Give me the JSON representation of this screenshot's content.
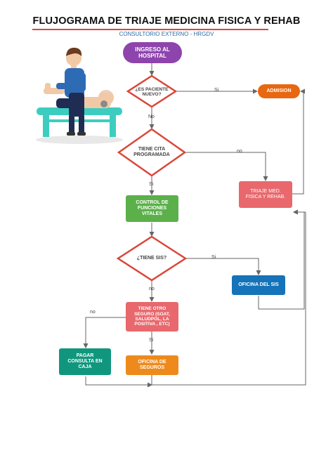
{
  "title": "FLUJOGRAMA DE TRIAJE MEDICINA FISICA Y REHAB",
  "subtitle": "CONSULTORIO EXTERNO - HRGDV",
  "nodes": {
    "ingreso": "INGRESO AL HOSPITAL",
    "paciente_nuevo": "¿ES PACIENTE NUEVO?",
    "admision": "ADMISION",
    "cita": "TIENE CITA PROGRAMADA",
    "triaje": "TRIAJE MED. FISICA Y REHAB.",
    "control": "CONTROL DE FUNCIONES VITALES",
    "sis": "¿TIENE SIS?",
    "oficina_sis": "OFICINA DEL SIS",
    "otro_seguro": "TIENE OTRO SEGURO (SOAT, SALUDPOL, LA POSITIVA , ETC)",
    "pagar": "PAGAR CONSULTA EN CAJA",
    "oficina_seguros": "OFICINA DE SEGUROS"
  },
  "edge_labels": {
    "nuevo_si": "Si",
    "nuevo_no": "No",
    "cita_no": "no",
    "cita_si": "Si",
    "sis_si": "Si",
    "sis_no": "no",
    "seguro_no": "no",
    "seguro_si": "Si"
  },
  "colors": {
    "start": "#8e44ad",
    "admision": "#e8680f",
    "triaje": "#e8686d",
    "control": "#5bb04a",
    "oficina_sis": "#1473b9",
    "otro_seguro": "#e8686d",
    "pagar": "#11967e",
    "oficina_seguros": "#ee8a1c",
    "diamond_stroke": "#d9473a",
    "connector": "#666666"
  },
  "illustration": "physiotherapist-treating-patient-on-table"
}
